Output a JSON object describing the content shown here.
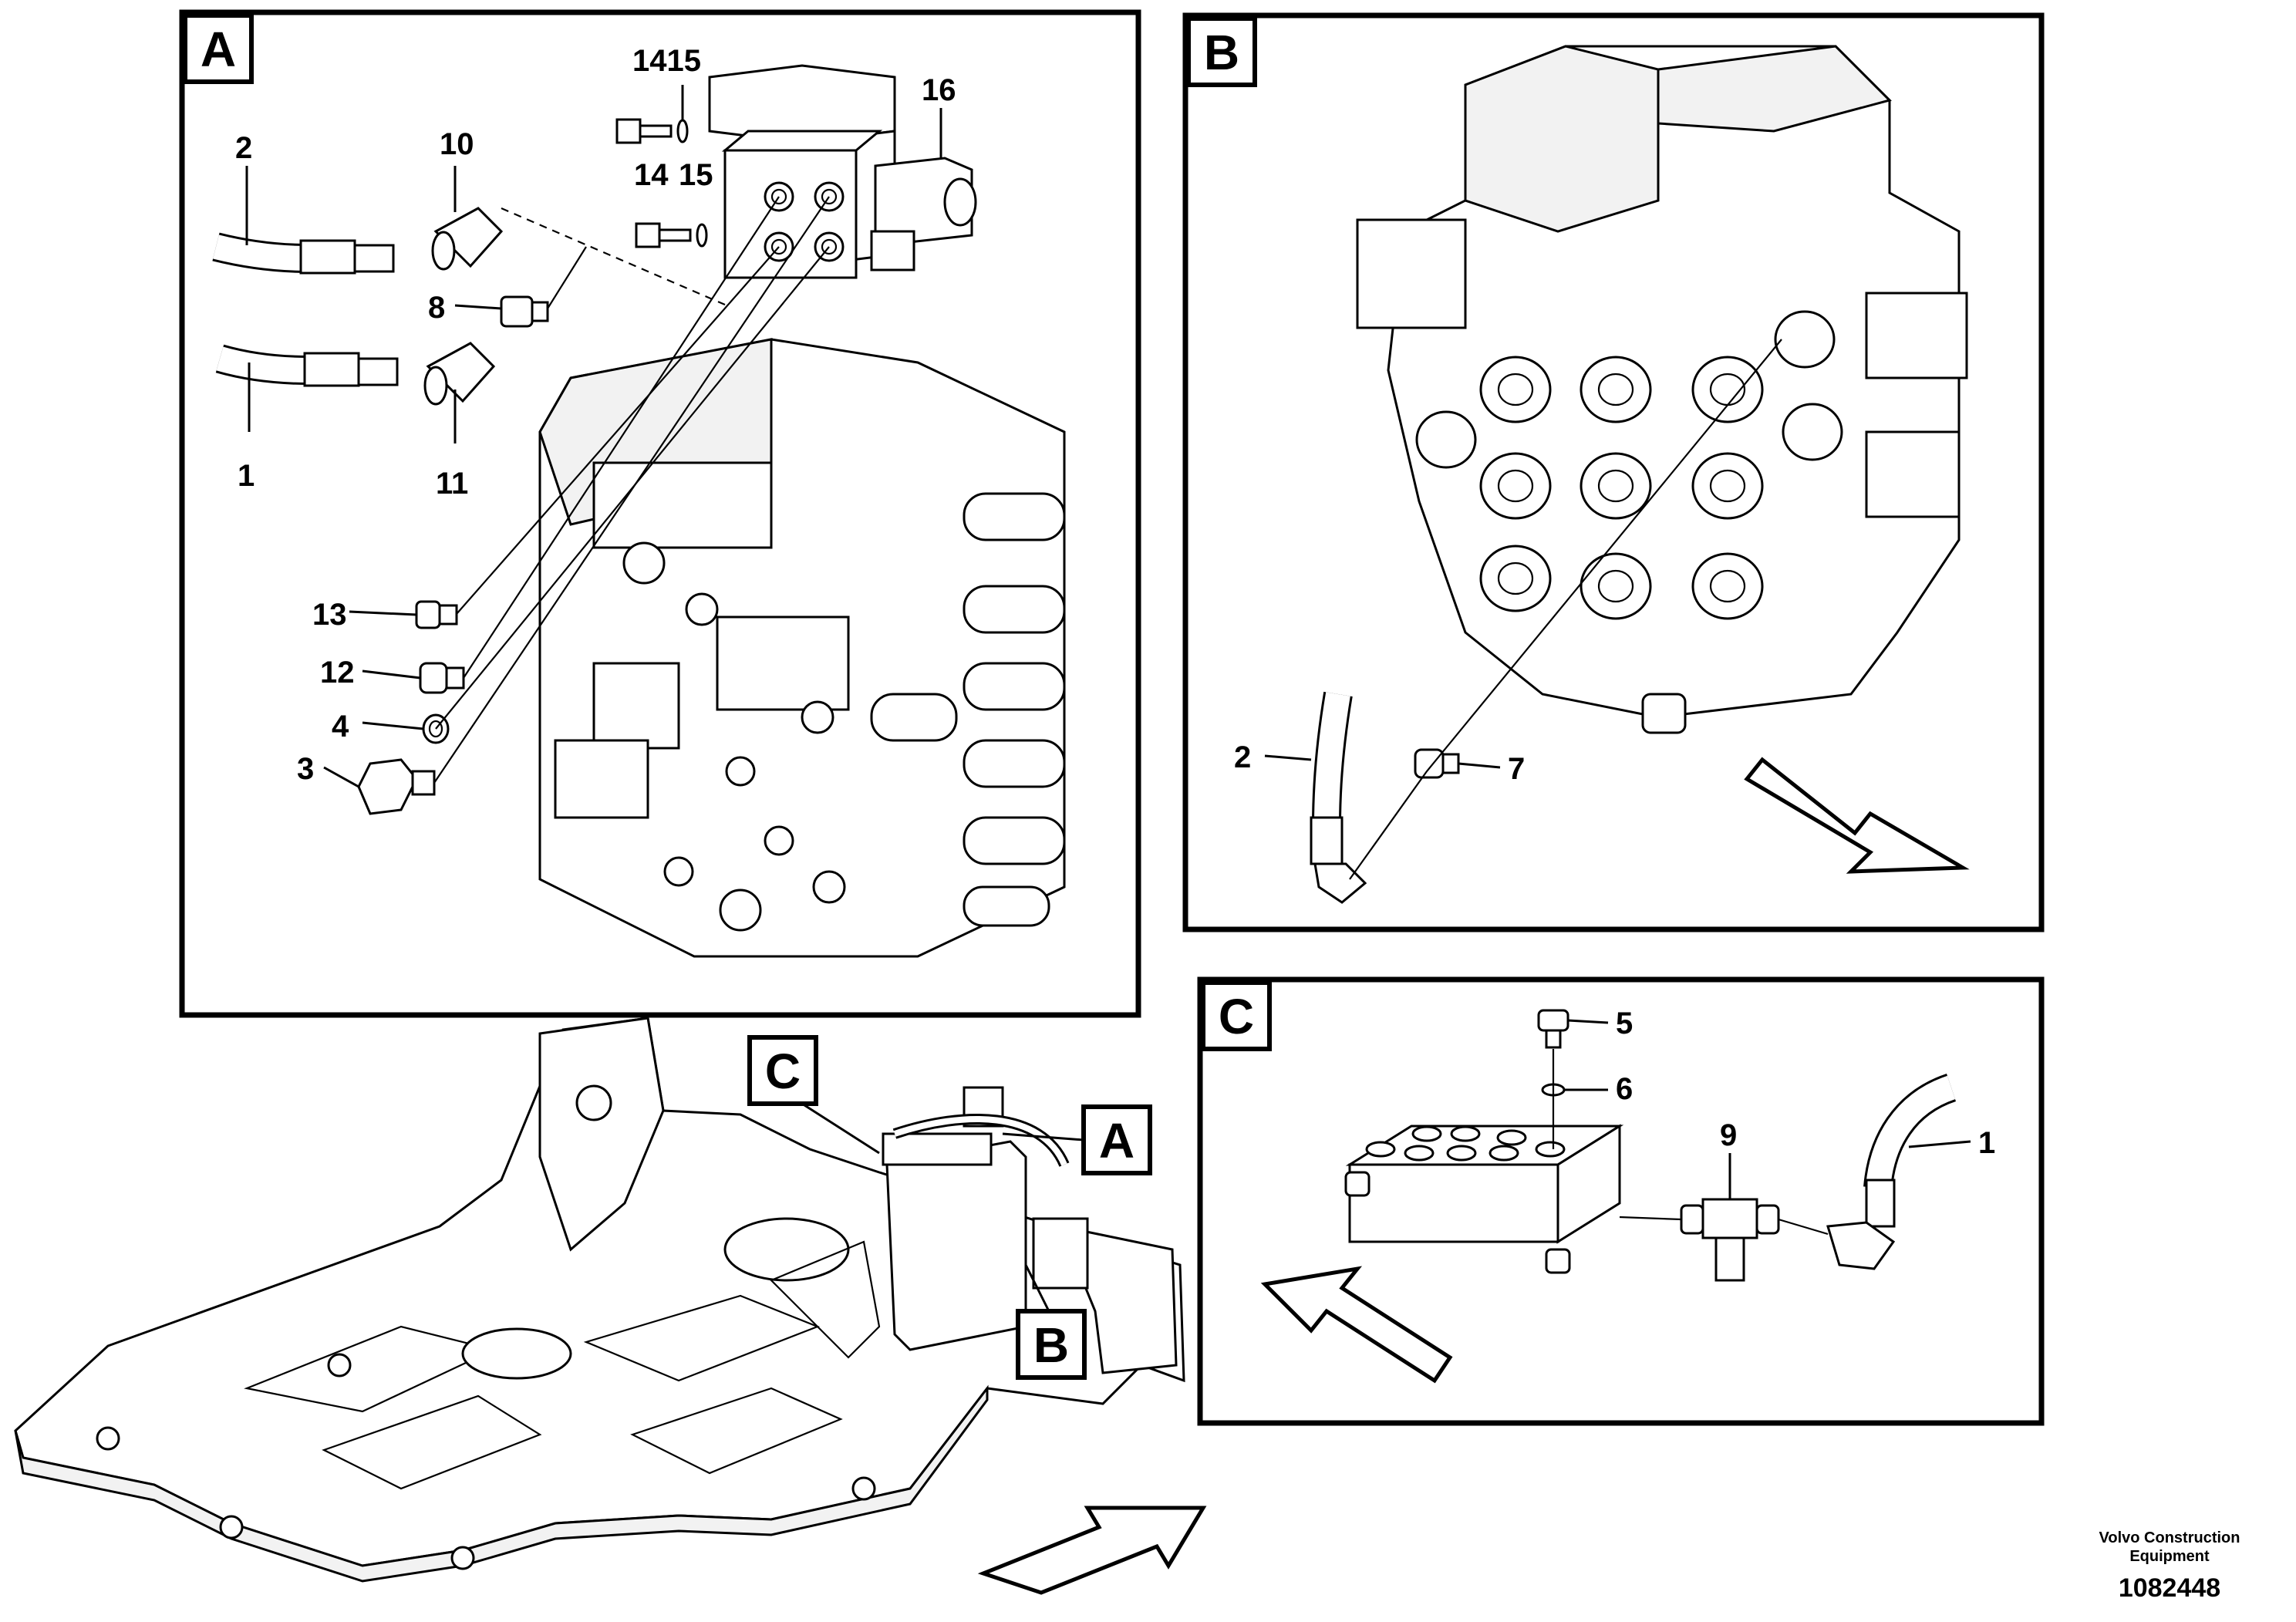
{
  "panels": {
    "a": {
      "letter": "A"
    },
    "b": {
      "letter": "B"
    },
    "c": {
      "letter": "C"
    }
  },
  "overview": {
    "tag_a": "A",
    "tag_b": "B",
    "tag_c": "C"
  },
  "callouts_a": {
    "c1": "1",
    "c2": "2",
    "c3": "3",
    "c4": "4",
    "c8": "8",
    "c10": "10",
    "c11": "11",
    "c12": "12",
    "c13": "13",
    "c14": "14",
    "c15": "15",
    "c1415": "1415",
    "c16": "16"
  },
  "callouts_b": {
    "c2": "2",
    "c7": "7"
  },
  "callouts_c": {
    "c1": "1",
    "c5": "5",
    "c6": "6",
    "c9": "9"
  },
  "footer": {
    "brand_line1": "Volvo Construction",
    "brand_line2": "Equipment",
    "doc_number": "1082448"
  }
}
